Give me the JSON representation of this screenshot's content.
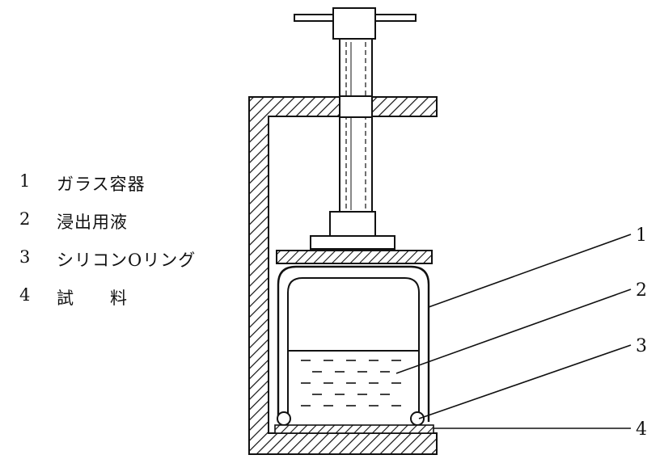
{
  "legend": [
    {
      "number": "1",
      "label": "ガラス容器"
    },
    {
      "number": "2",
      "label": "浸出用液"
    },
    {
      "number": "3",
      "label": "シリコンOリング"
    },
    {
      "number": "4",
      "label": "試　　料"
    }
  ],
  "callouts": [
    "1",
    "2",
    "3",
    "4"
  ],
  "colors": {
    "ink": "#111111",
    "background": "#ffffff"
  }
}
